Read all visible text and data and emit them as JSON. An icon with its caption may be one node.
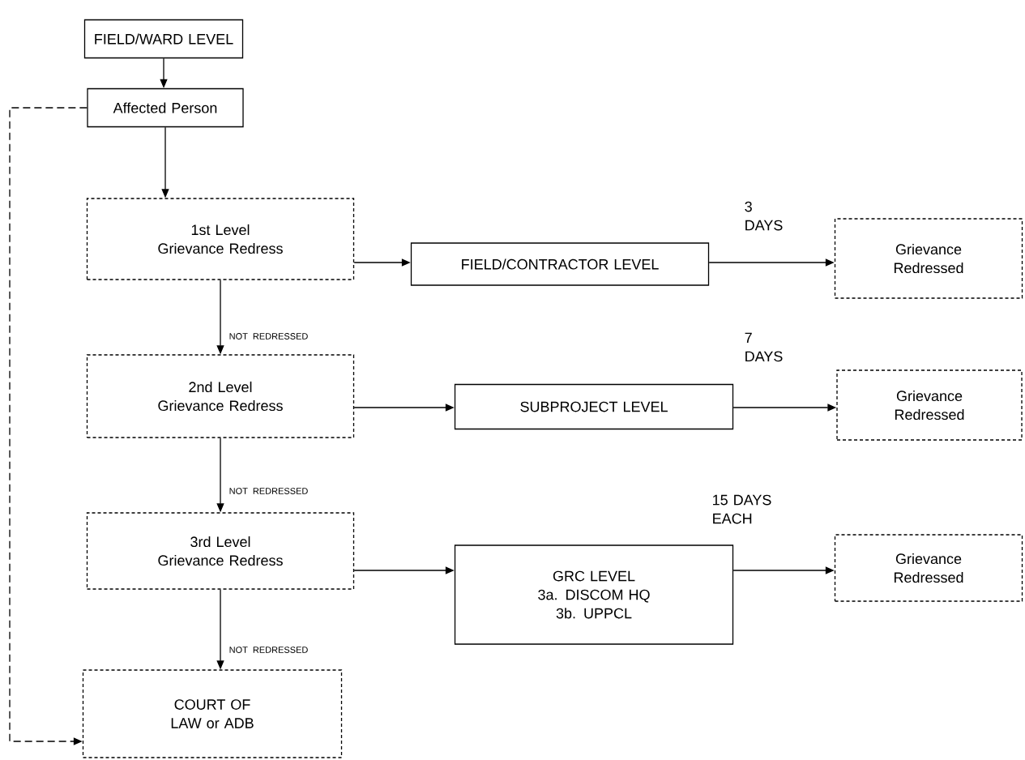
{
  "diagram": {
    "nodes": [
      {
        "text": [
          "FIELD/WARD LEVEL"
        ]
      },
      {
        "text": [
          "Affected Person"
        ]
      },
      {
        "text": [
          "1st Level Grievance Redress"
        ]
      },
      {
        "text": [
          "FIELD/CONTRACTOR LEVEL"
        ]
      },
      {
        "text": [
          "Grievance Redressed"
        ]
      },
      {
        "text": [
          "2nd Level Grievance Redress"
        ]
      },
      {
        "text": [
          "SUBPROJECT LEVEL"
        ]
      },
      {
        "text": [
          "Grievance Redressed"
        ]
      },
      {
        "text": [
          "3rd Level Grievance Redress"
        ]
      },
      {
        "text": [
          "GRC LEVEL",
          "3a. DISCOM HQ",
          "3b. UPPCL"
        ]
      },
      {
        "text": [
          "Grievance Redressed"
        ]
      },
      {
        "text": [
          "COURT OF LAW or ADB"
        ]
      }
    ],
    "edges": [
      {
        "from": 0,
        "to": 1,
        "arrow": "to"
      },
      {
        "from": 1,
        "to": 2,
        "arrow": "to"
      },
      {
        "from": 2,
        "to": 3,
        "arrow": "to"
      },
      {
        "from": 3,
        "to": 4,
        "arrow": "to",
        "label": "3 DAYS"
      },
      {
        "from": 2,
        "to": 5,
        "arrow": "to",
        "label": "NOT REDRESSED"
      },
      {
        "from": 5,
        "to": 6,
        "arrow": "to"
      },
      {
        "from": 6,
        "to": 7,
        "arrow": "to",
        "label": "7 DAYS"
      },
      {
        "from": 5,
        "to": 8,
        "arrow": "to",
        "label": "NOT REDRESSED"
      },
      {
        "from": 8,
        "to": 9,
        "arrow": "to"
      },
      {
        "from": 9,
        "to": 10,
        "arrow": "to",
        "label": "15 DAYS EACH"
      },
      {
        "from": 8,
        "to": 11,
        "arrow": "to",
        "label": "NOT REDRESSED"
      },
      {
        "from": 1,
        "to": 11,
        "arrow": "to",
        "style": "dashed"
      }
    ]
  }
}
